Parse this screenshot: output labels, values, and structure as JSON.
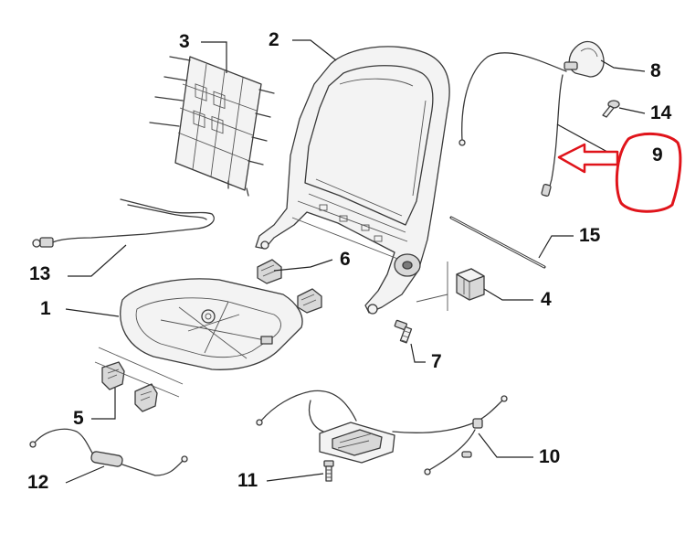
{
  "diagram": {
    "callouts": [
      {
        "id": "1",
        "label": "1"
      },
      {
        "id": "2",
        "label": "2"
      },
      {
        "id": "3",
        "label": "3"
      },
      {
        "id": "4",
        "label": "4"
      },
      {
        "id": "5",
        "label": "5"
      },
      {
        "id": "6",
        "label": "6"
      },
      {
        "id": "7",
        "label": "7"
      },
      {
        "id": "8",
        "label": "8"
      },
      {
        "id": "9",
        "label": "9"
      },
      {
        "id": "10",
        "label": "10"
      },
      {
        "id": "11",
        "label": "11"
      },
      {
        "id": "12",
        "label": "12"
      },
      {
        "id": "13",
        "label": "13"
      },
      {
        "id": "14",
        "label": "14"
      },
      {
        "id": "15",
        "label": "15"
      }
    ],
    "highlight": {
      "target": "9",
      "color": "#e0141b"
    }
  }
}
